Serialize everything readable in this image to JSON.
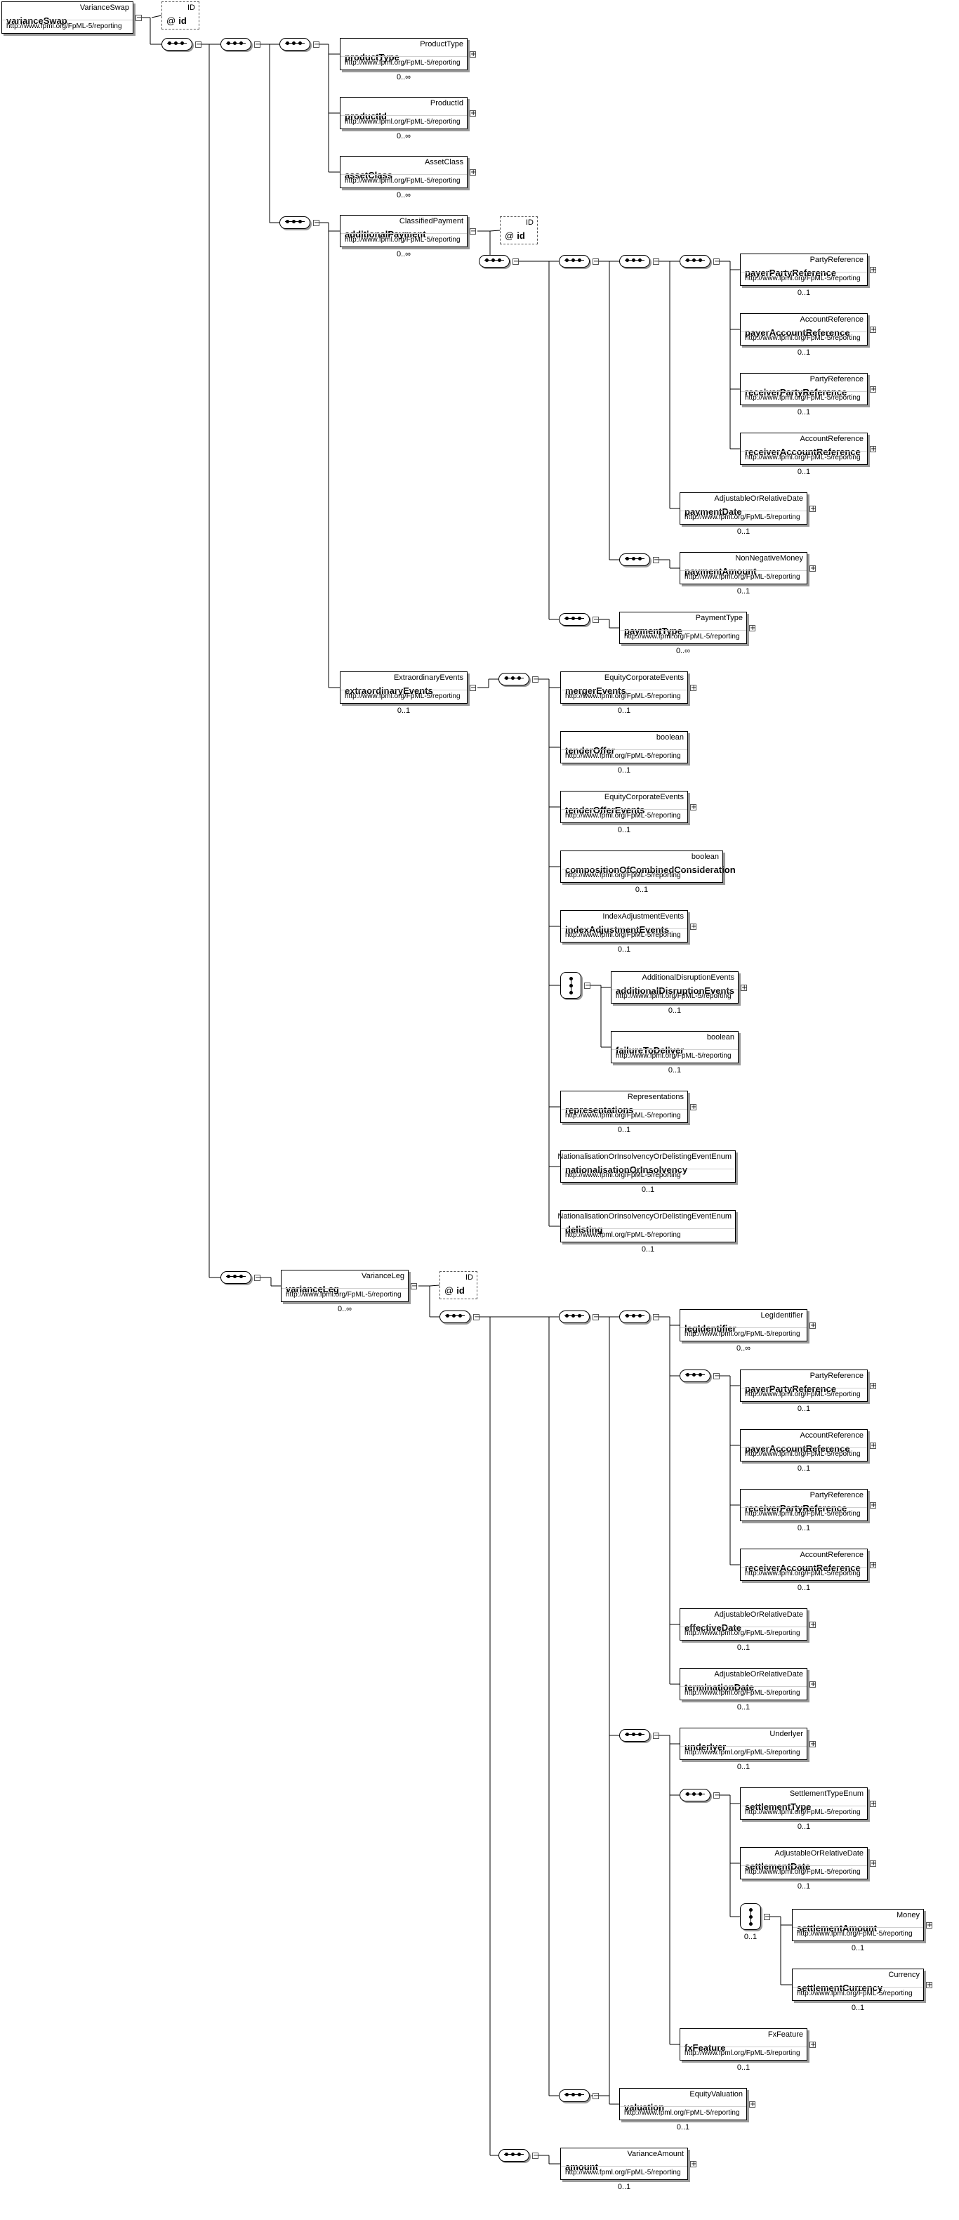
{
  "namespace": "http://www.fpml.org/FpML-5/reporting",
  "attribute": {
    "type": "ID",
    "name": "id",
    "prefix": "@"
  },
  "elements": {
    "varianceSwap": {
      "name": "varianceSwap",
      "type": "VarianceSwap"
    },
    "productType": {
      "name": "productType",
      "type": "ProductType",
      "card": "0..∞"
    },
    "productId": {
      "name": "productId",
      "type": "ProductId",
      "card": "0..∞"
    },
    "assetClass": {
      "name": "assetClass",
      "type": "AssetClass",
      "card": "0..∞"
    },
    "additionalPayment": {
      "name": "additionalPayment",
      "type": "ClassifiedPayment",
      "card": "0..∞"
    },
    "ap_payerPartyReference": {
      "name": "payerPartyReference",
      "type": "PartyReference",
      "card": "0..1"
    },
    "ap_payerAccountReference": {
      "name": "payerAccountReference",
      "type": "AccountReference",
      "card": "0..1"
    },
    "ap_receiverPartyReference": {
      "name": "receiverPartyReference",
      "type": "PartyReference",
      "card": "0..1"
    },
    "ap_receiverAccountReference": {
      "name": "receiverAccountReference",
      "type": "AccountReference",
      "card": "0..1"
    },
    "paymentDate": {
      "name": "paymentDate",
      "type": "AdjustableOrRelativeDate",
      "card": "0..1"
    },
    "paymentAmount": {
      "name": "paymentAmount",
      "type": "NonNegativeMoney",
      "card": "0..1"
    },
    "paymentType": {
      "name": "paymentType",
      "type": "PaymentType",
      "card": "0..∞"
    },
    "extraordinaryEvents": {
      "name": "extraordinaryEvents",
      "type": "ExtraordinaryEvents",
      "card": "0..1"
    },
    "mergerEvents": {
      "name": "mergerEvents",
      "type": "EquityCorporateEvents",
      "card": "0..1"
    },
    "tenderOffer": {
      "name": "tenderOffer",
      "type": "boolean",
      "card": "0..1"
    },
    "tenderOfferEvents": {
      "name": "tenderOfferEvents",
      "type": "EquityCorporateEvents",
      "card": "0..1"
    },
    "compositionOfCombinedConsideration": {
      "name": "compositionOfCombinedConsideration",
      "type": "boolean",
      "card": "0..1"
    },
    "indexAdjustmentEvents": {
      "name": "indexAdjustmentEvents",
      "type": "IndexAdjustmentEvents",
      "card": "0..1"
    },
    "additionalDisruptionEvents": {
      "name": "additionalDisruptionEvents",
      "type": "AdditionalDisruptionEvents",
      "card": "0..1"
    },
    "failureToDeliver": {
      "name": "failureToDeliver",
      "type": "boolean",
      "card": "0..1"
    },
    "representations": {
      "name": "representations",
      "type": "Representations",
      "card": "0..1"
    },
    "nationalisationOrInsolvency": {
      "name": "nationalisationOrInsolvency",
      "type": "NationalisationOrInsolvencyOrDelistingEventEnum",
      "card": "0..1"
    },
    "delisting": {
      "name": "delisting",
      "type": "NationalisationOrInsolvencyOrDelistingEventEnum",
      "card": "0..1"
    },
    "varianceLeg": {
      "name": "varianceLeg",
      "type": "VarianceLeg",
      "card": "0..∞"
    },
    "legIdentifier": {
      "name": "legIdentifier",
      "type": "LegIdentifier",
      "card": "0..∞"
    },
    "vl_payerPartyReference": {
      "name": "payerPartyReference",
      "type": "PartyReference",
      "card": "0..1"
    },
    "vl_payerAccountReference": {
      "name": "payerAccountReference",
      "type": "AccountReference",
      "card": "0..1"
    },
    "vl_receiverPartyReference": {
      "name": "receiverPartyReference",
      "type": "PartyReference",
      "card": "0..1"
    },
    "vl_receiverAccountReference": {
      "name": "receiverAccountReference",
      "type": "AccountReference",
      "card": "0..1"
    },
    "effectiveDate": {
      "name": "effectiveDate",
      "type": "AdjustableOrRelativeDate",
      "card": "0..1"
    },
    "terminationDate": {
      "name": "terminationDate",
      "type": "AdjustableOrRelativeDate",
      "card": "0..1"
    },
    "underlyer": {
      "name": "underlyer",
      "type": "Underlyer",
      "card": "0..1"
    },
    "settlementType": {
      "name": "settlementType",
      "type": "SettlementTypeEnum",
      "card": "0..1"
    },
    "settlementDate": {
      "name": "settlementDate",
      "type": "AdjustableOrRelativeDate",
      "card": "0..1"
    },
    "settlementAmount": {
      "name": "settlementAmount",
      "type": "Money",
      "card": "0..1"
    },
    "settlementCurrency": {
      "name": "settlementCurrency",
      "type": "Currency",
      "card": "0..1"
    },
    "fxFeature": {
      "name": "fxFeature",
      "type": "FxFeature",
      "card": "0..1"
    },
    "valuation": {
      "name": "valuation",
      "type": "EquityValuation",
      "card": "0..1"
    },
    "amount": {
      "name": "amount",
      "type": "VarianceAmount",
      "card": "0..1"
    }
  },
  "compositors": {
    "choice_disruption": {
      "card": ""
    },
    "choice_settlement": {
      "card": "0..1"
    }
  }
}
